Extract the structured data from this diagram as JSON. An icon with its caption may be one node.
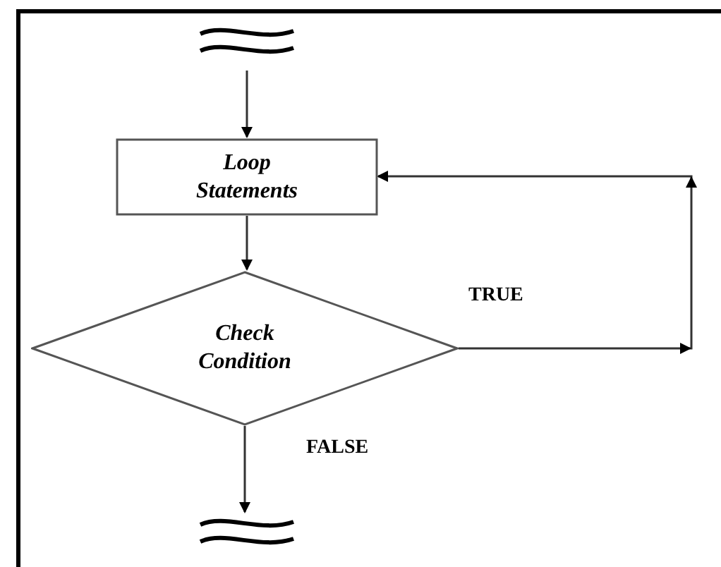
{
  "diagram": {
    "nodes": [
      {
        "text": [],
        "shape": "wave"
      },
      {
        "text": [
          "Loop Statements"
        ]
      },
      {
        "text": [
          "Check Condition"
        ]
      },
      {
        "text": [],
        "shape": "wave"
      }
    ],
    "edges": [
      {
        "from": 0,
        "to": 1,
        "arrow": "to"
      },
      {
        "from": 1,
        "to": 2,
        "arrow": "to"
      },
      {
        "from": 2,
        "to": 1,
        "arrow": "to",
        "label": "TRUE"
      },
      {
        "from": 2,
        "to": 3,
        "arrow": "to",
        "label": "FALSE"
      }
    ]
  }
}
